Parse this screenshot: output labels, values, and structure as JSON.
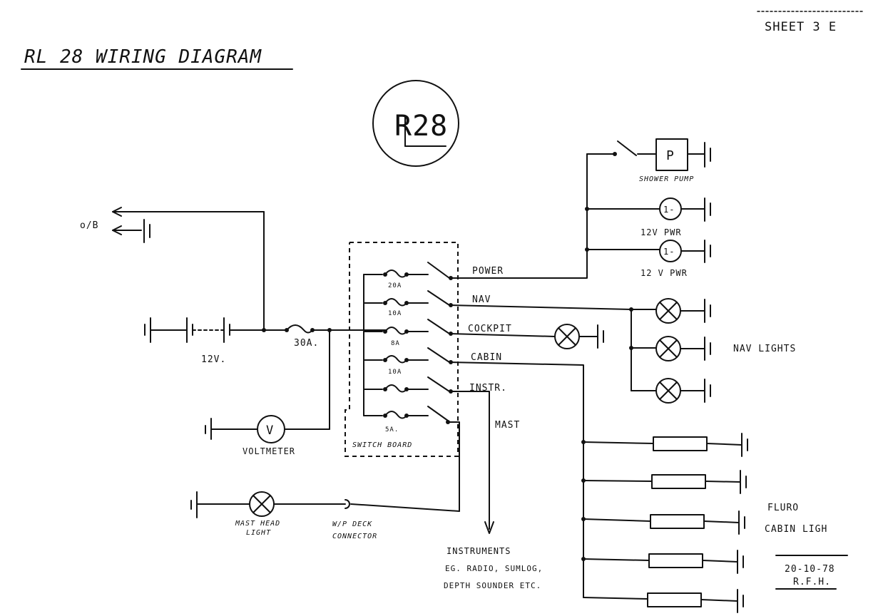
{
  "header": {
    "sheet": "SHEET 3 E",
    "title": "RL 28   WIRING DIAGRAM",
    "logo": "R28"
  },
  "left": {
    "output_label": "o/B",
    "battery_label": "12V.",
    "main_fuse": "30A.",
    "voltmeter_label": "VOLTMETER",
    "voltmeter_symbol": "V",
    "mast_head_light": [
      "MAST HEAD",
      "LIGHT"
    ],
    "deck_connector": [
      "W/P DECK",
      "CONNECTOR"
    ]
  },
  "switchboard": {
    "label": "SWITCH BOARD",
    "fuses": [
      "20A",
      "10A",
      "8A",
      "10A",
      "",
      "5A."
    ],
    "circuits": [
      "POWER",
      "NAV",
      "COCKPIT",
      "CABIN",
      "INSTR.",
      "MAST"
    ]
  },
  "loads": {
    "shower_pump": "SHOWER PUMP",
    "pump_symbol": "P",
    "outlet_symbol": "1-",
    "outlet_1": "12V PWR",
    "outlet_2": "12 V PWR",
    "nav_lights": "NAV LIGHTS",
    "fluro": [
      "FLURO",
      "CABIN LIGH"
    ],
    "instruments": [
      "INSTRUMENTS",
      "EG. RADIO, SUMLOG,",
      "DEPTH SOUNDER ETC."
    ]
  },
  "footer": {
    "date": "20-10-78",
    "initials": "R.F.H."
  }
}
